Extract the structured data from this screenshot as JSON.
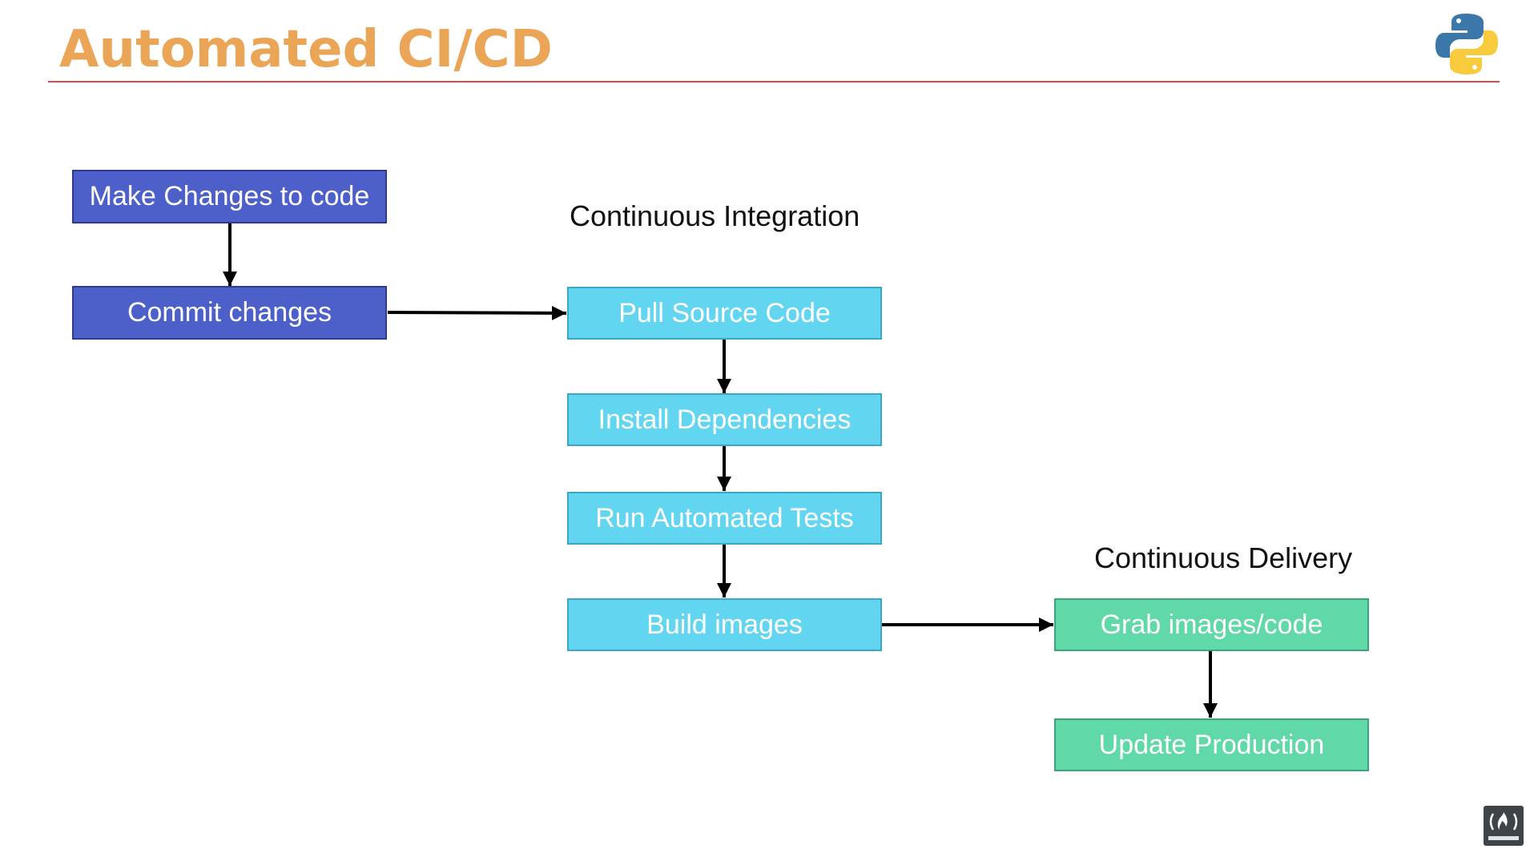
{
  "slide": {
    "title": "Automated CI/CD"
  },
  "colors": {
    "title": "#eba557",
    "rule": "#d94a55",
    "developer_box": "#4d5fc9",
    "ci_box": "#62d5f0",
    "cd_box": "#60d8a8",
    "arrow": "#000000"
  },
  "developer": {
    "steps": [
      "Make Changes to code",
      "Commit changes"
    ]
  },
  "ci": {
    "label": "Continuous Integration",
    "steps": [
      "Pull Source Code",
      "Install Dependencies",
      "Run Automated Tests",
      "Build images"
    ]
  },
  "cd": {
    "label": "Continuous Delivery",
    "steps": [
      "Grab images/code",
      "Update Production"
    ]
  },
  "icons": {
    "logo": "python-logo-icon",
    "subscribe": "subscribe-badge-icon"
  }
}
